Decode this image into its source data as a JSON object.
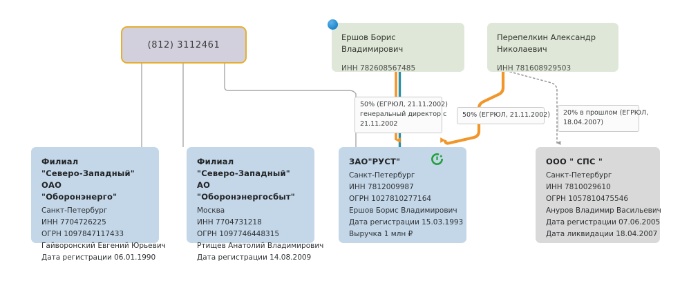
{
  "diagram": {
    "title": "Граф связей организаций",
    "colors": {
      "phone_fill": "#d3d0de",
      "phone_border": "#e5ae32",
      "person_fill": "#dfe8d8",
      "company_blue_fill": "#c3d7e8",
      "company_grey_fill": "#d9d9d9",
      "edge_grey": "#a7a7a7",
      "edge_orange": "#f0962a",
      "edge_teal": "#2d8fa3",
      "badge_blue": "#2b8fd4",
      "badge_green": "#22a03a"
    }
  },
  "nodes": {
    "phone": {
      "label": "(812) 3112461"
    },
    "person_ershov": {
      "name": "Ершов  Борис  Владимирович",
      "inn": "ИНН 782608567485",
      "badge": "blue-dot-badge"
    },
    "person_perepelkin": {
      "name": "Перепелкин Александр Николаевич",
      "inn": "ИНН 781608929503"
    },
    "company_oboronenergo": {
      "title": "Филиал \"Северо-Западный\"  ОАО \"Оборонэнерго\"",
      "title_lines": [
        "Филиал",
        "\"Северо-Западный\"  ОАО",
        "\"Оборонэнерго\""
      ],
      "lines": [
        "Санкт-Петербург",
        "ИНН 7704726225",
        "ОГРН 1097847117433",
        "Гайворонский Евгений Юрьевич",
        "Дата регистрации 06.01.1990"
      ]
    },
    "company_oboronenergosbyt": {
      "title": "Филиал \"Северо-Западный\"  АО \"Оборонэнергосбыт\"",
      "title_lines": [
        "Филиал",
        "\"Северо-Западный\"  АО",
        "\"Оборонэнергосбыт\""
      ],
      "lines": [
        "Москва",
        "ИНН 7704731218",
        "ОГРН 1097746448315",
        "Ртищев Анатолий Владимирович",
        "Дата регистрации 14.08.2009"
      ]
    },
    "company_rust": {
      "title": "ЗАО\"РУСТ\"",
      "title_lines": [
        "ЗАО\"РУСТ\""
      ],
      "lines": [
        "Санкт-Петербург",
        "ИНН 7812009987",
        "ОГРН 1027810277164",
        "Ершов Борис Владимирович",
        "Дата регистрации 15.03.1993",
        "Выручка 1 млн ₽"
      ],
      "badge": "sberbank-icon"
    },
    "company_sps": {
      "title": "ООО \"  СПС \"",
      "title_lines": [
        "ООО \"  СПС \""
      ],
      "lines": [
        "Санкт-Петербург",
        "ИНН 7810029610",
        "ОГРН 1057810475546",
        "Ануров Владимир Васильевич",
        "Дата регистрации 07.06.2005",
        "Дата ликвидации 18.04.2007"
      ]
    }
  },
  "edge_labels": {
    "ershov_rust": {
      "line1": "50% (ЕГРЮЛ, 21.11.2002)",
      "line2": "генеральный директор с",
      "line3": "21.11.2002"
    },
    "perepelkin_rust": {
      "line1": "50% (ЕГРЮЛ, 21.11.2002)"
    },
    "perepelkin_sps": {
      "line1": "20% в прошлом (ЕГРЮЛ,",
      "line2": "18.04.2007)"
    }
  }
}
